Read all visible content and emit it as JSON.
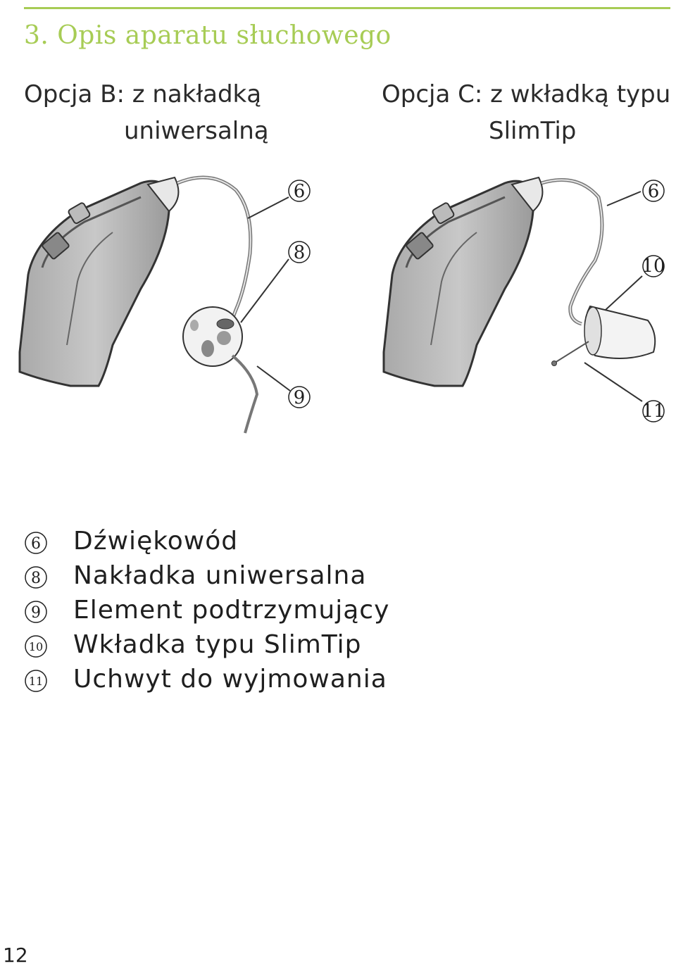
{
  "header": {
    "section_title": "3. Opis aparatu słuchowego"
  },
  "options": {
    "b": {
      "line1": "Opcja B: z nakładką",
      "line2": "uniwersalną"
    },
    "c": {
      "line1": "Opcja C: z wkładką typu",
      "line2": "SlimTip"
    }
  },
  "figure": {
    "callouts_b": [
      "6",
      "8",
      "9"
    ],
    "callouts_c": [
      "6",
      "10",
      "11"
    ]
  },
  "legend": [
    {
      "num": "6",
      "label": "Dźwiękowód"
    },
    {
      "num": "8",
      "label": "Nakładka uniwersalna"
    },
    {
      "num": "9",
      "label": "Element podtrzymujący"
    },
    {
      "num": "10",
      "label": "Wkładka typu SlimTip"
    },
    {
      "num": "11",
      "label": "Uchwyt do wyjmowania"
    }
  ],
  "footer": {
    "page_number": "12"
  }
}
